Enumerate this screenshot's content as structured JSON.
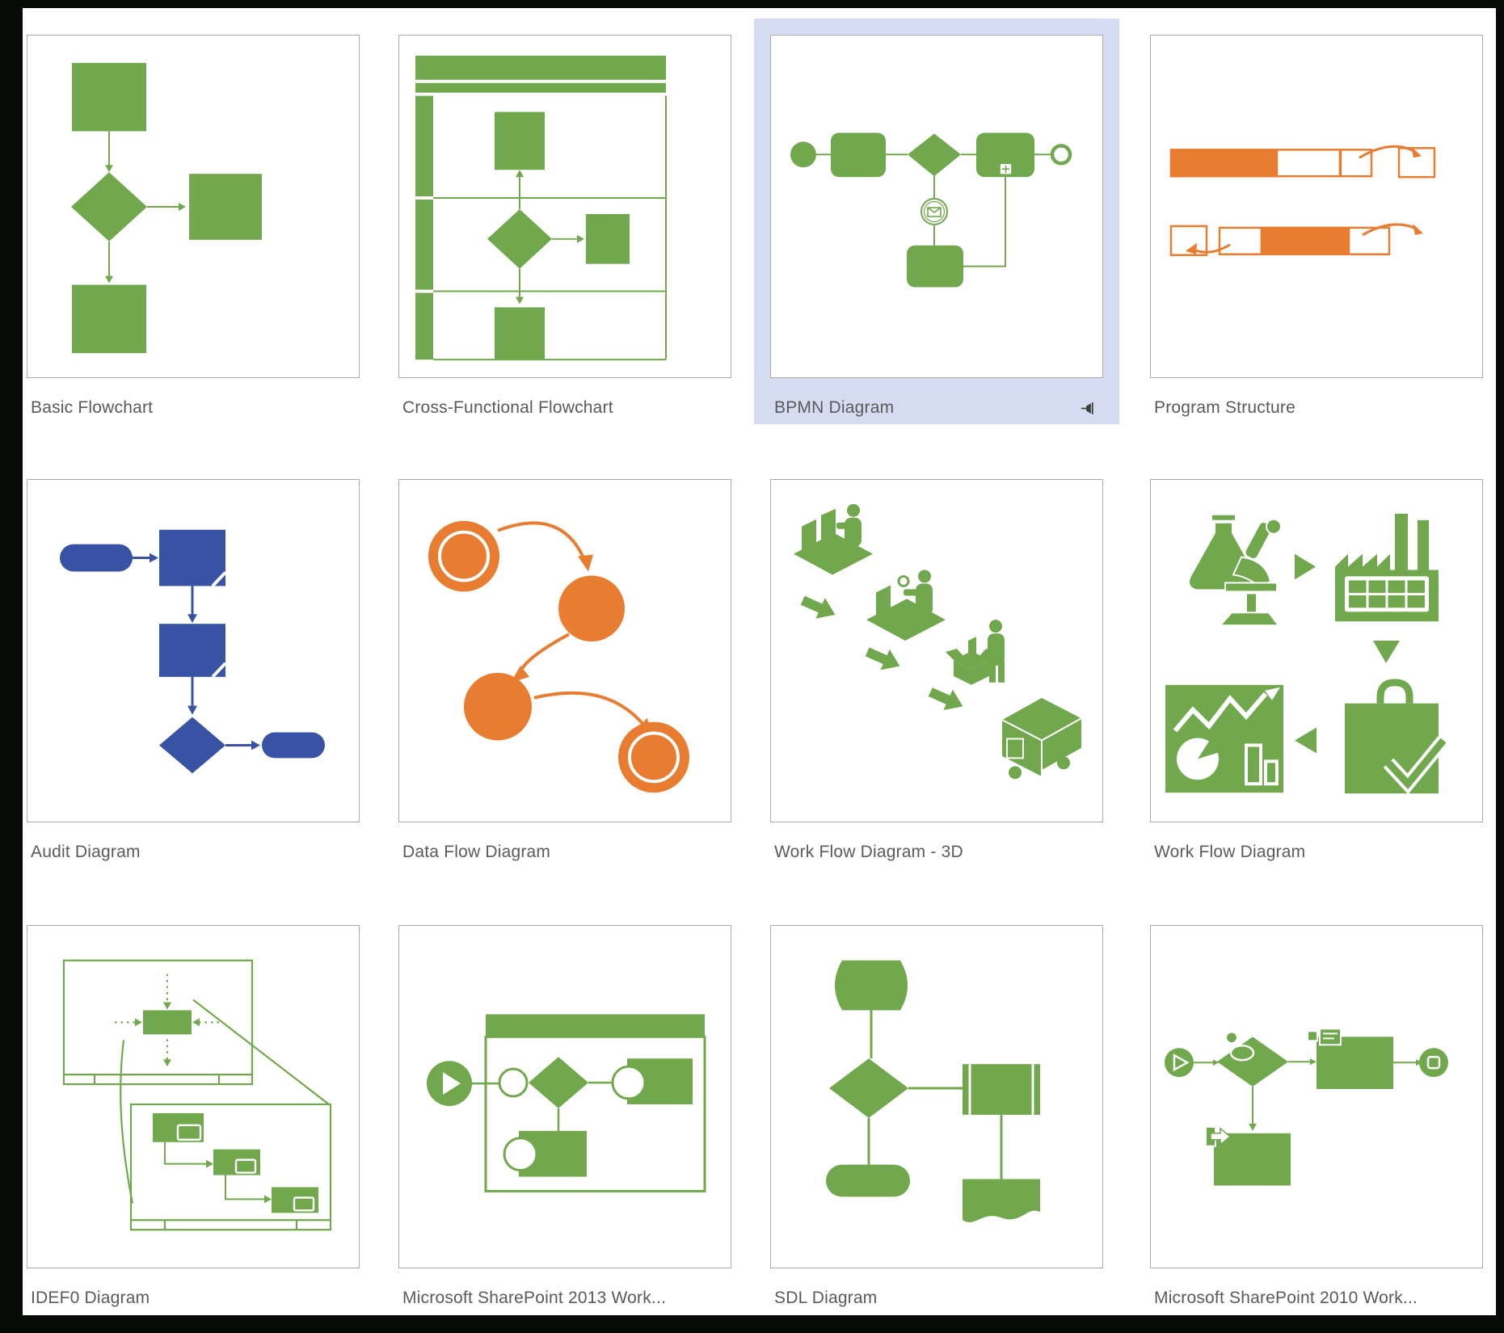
{
  "colors": {
    "green": "#71a84d",
    "orange": "#e87d31",
    "blue": "#3953a4",
    "selection_fill": "#d5dcf2",
    "label_text": "#5a5a5a",
    "tile_border": "#ababab",
    "page_background": "#070a07"
  },
  "tiles": [
    {
      "label": "Basic Flowchart",
      "selected": false
    },
    {
      "label": "Cross-Functional Flowchart",
      "selected": false
    },
    {
      "label": "BPMN Diagram",
      "selected": true,
      "pinned": true
    },
    {
      "label": "Program Structure",
      "selected": false
    },
    {
      "label": "Audit Diagram",
      "selected": false
    },
    {
      "label": "Data Flow Diagram",
      "selected": false
    },
    {
      "label": "Work Flow Diagram - 3D",
      "selected": false
    },
    {
      "label": "Work Flow Diagram",
      "selected": false
    },
    {
      "label": "IDEF0 Diagram",
      "selected": false
    },
    {
      "label": "Microsoft SharePoint 2013 Work...",
      "selected": false
    },
    {
      "label": "SDL Diagram",
      "selected": false
    },
    {
      "label": "Microsoft SharePoint 2010 Work...",
      "selected": false
    }
  ],
  "selected_tile": "BPMN Diagram",
  "icons": {
    "pin": "pushpin-pinned-icon"
  }
}
